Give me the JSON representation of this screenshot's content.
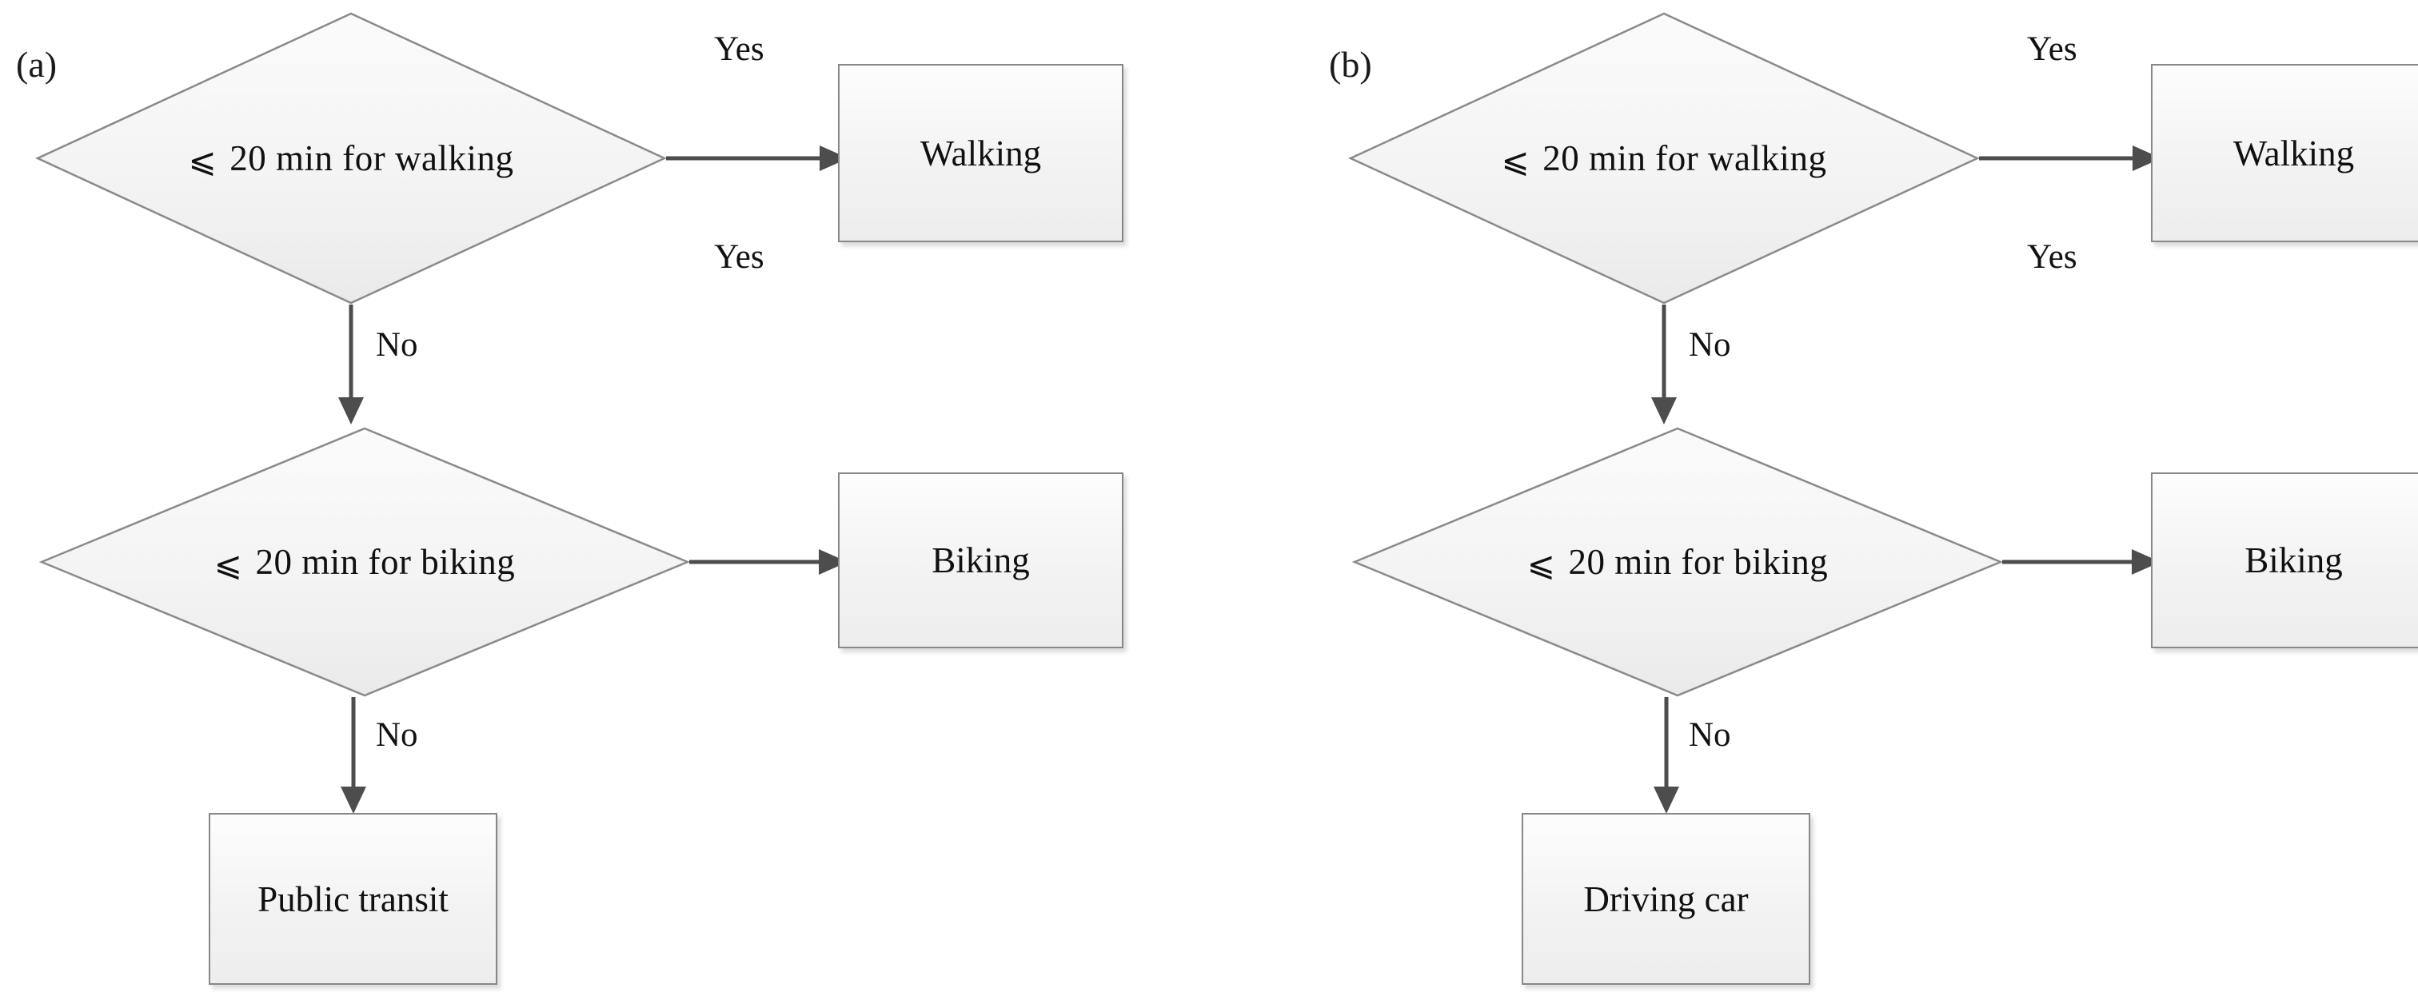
{
  "figure": {
    "type": "flowchart",
    "background": "#ffffff",
    "shape_fill": "#f2f2f2",
    "shape_stroke": "#8a8a8a",
    "text_color": "#101010",
    "arrow_color": "#4d4d4d"
  },
  "panels": [
    {
      "id": "a",
      "label": "(a)",
      "decisions": [
        {
          "symbol": "⩽",
          "text": "20 min for walking"
        },
        {
          "symbol": "⩽",
          "text": "20 min for biking"
        }
      ],
      "outcomes": [
        {
          "label": "Walking"
        },
        {
          "label": "Biking"
        },
        {
          "label": "Public transit"
        }
      ],
      "edges": [
        {
          "from": "decision-walking",
          "to": "outcome-walking",
          "label": "Yes",
          "direction": "right"
        },
        {
          "from": "decision-walking",
          "to": "decision-biking",
          "label": "No",
          "direction": "down"
        },
        {
          "from": "decision-biking",
          "to": "outcome-biking",
          "label": "Yes",
          "direction": "right"
        },
        {
          "from": "decision-biking",
          "to": "outcome-final",
          "label": "No",
          "direction": "down"
        }
      ]
    },
    {
      "id": "b",
      "label": "(b)",
      "decisions": [
        {
          "symbol": "⩽",
          "text": "20 min for walking"
        },
        {
          "symbol": "⩽",
          "text": "20 min for biking"
        }
      ],
      "outcomes": [
        {
          "label": "Walking"
        },
        {
          "label": "Biking"
        },
        {
          "label": "Driving car"
        }
      ],
      "edges": [
        {
          "from": "decision-walking",
          "to": "outcome-walking",
          "label": "Yes",
          "direction": "right"
        },
        {
          "from": "decision-walking",
          "to": "decision-biking",
          "label": "No",
          "direction": "down"
        },
        {
          "from": "decision-biking",
          "to": "outcome-biking",
          "label": "Yes",
          "direction": "right"
        },
        {
          "from": "decision-biking",
          "to": "outcome-final",
          "label": "No",
          "direction": "down"
        }
      ]
    }
  ]
}
